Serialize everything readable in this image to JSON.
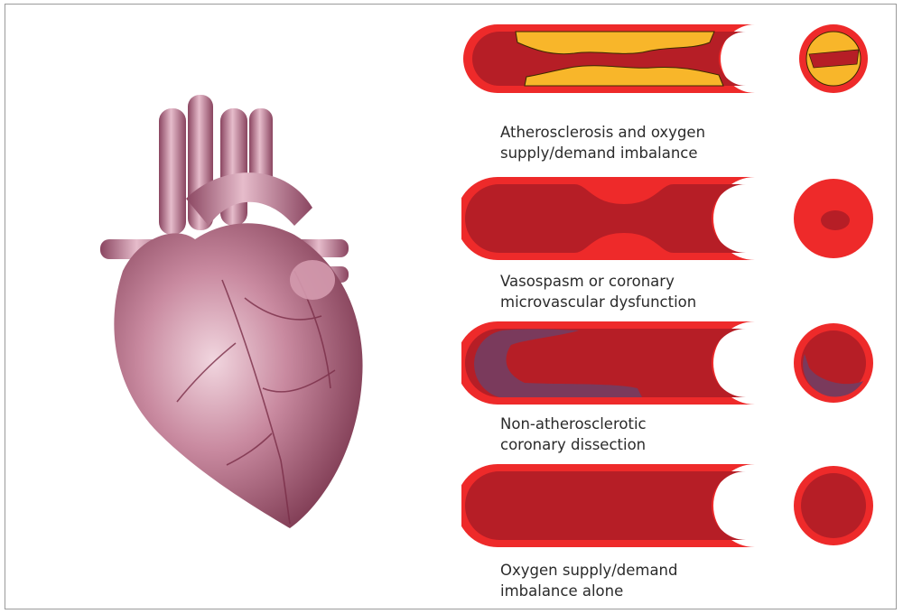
{
  "panels": [
    {
      "id": "atherosclerosis",
      "caption_line1": "Atherosclerosis and oxygen",
      "caption_line2": "supply/demand imbalance"
    },
    {
      "id": "vasospasm",
      "caption_line1": "Vasospasm or coronary",
      "caption_line2": "microvascular dysfunction"
    },
    {
      "id": "dissection",
      "caption_line1": "Non-atherosclerotic",
      "caption_line2": "coronary dissection"
    },
    {
      "id": "imbalance",
      "caption_line1": "Oxygen supply/demand",
      "caption_line2": "imbalance alone"
    }
  ],
  "colors": {
    "vessel_wall": "#ee2a2a",
    "vessel_lumen": "#b61e26",
    "plaque": "#f8b62a",
    "plaque_outline": "#3a2a00",
    "dissection_hematoma": "#7a3a5c",
    "heart": "#b86f86",
    "heart_shadow": "#7e3a52",
    "heart_highlight": "#f1d6df"
  }
}
